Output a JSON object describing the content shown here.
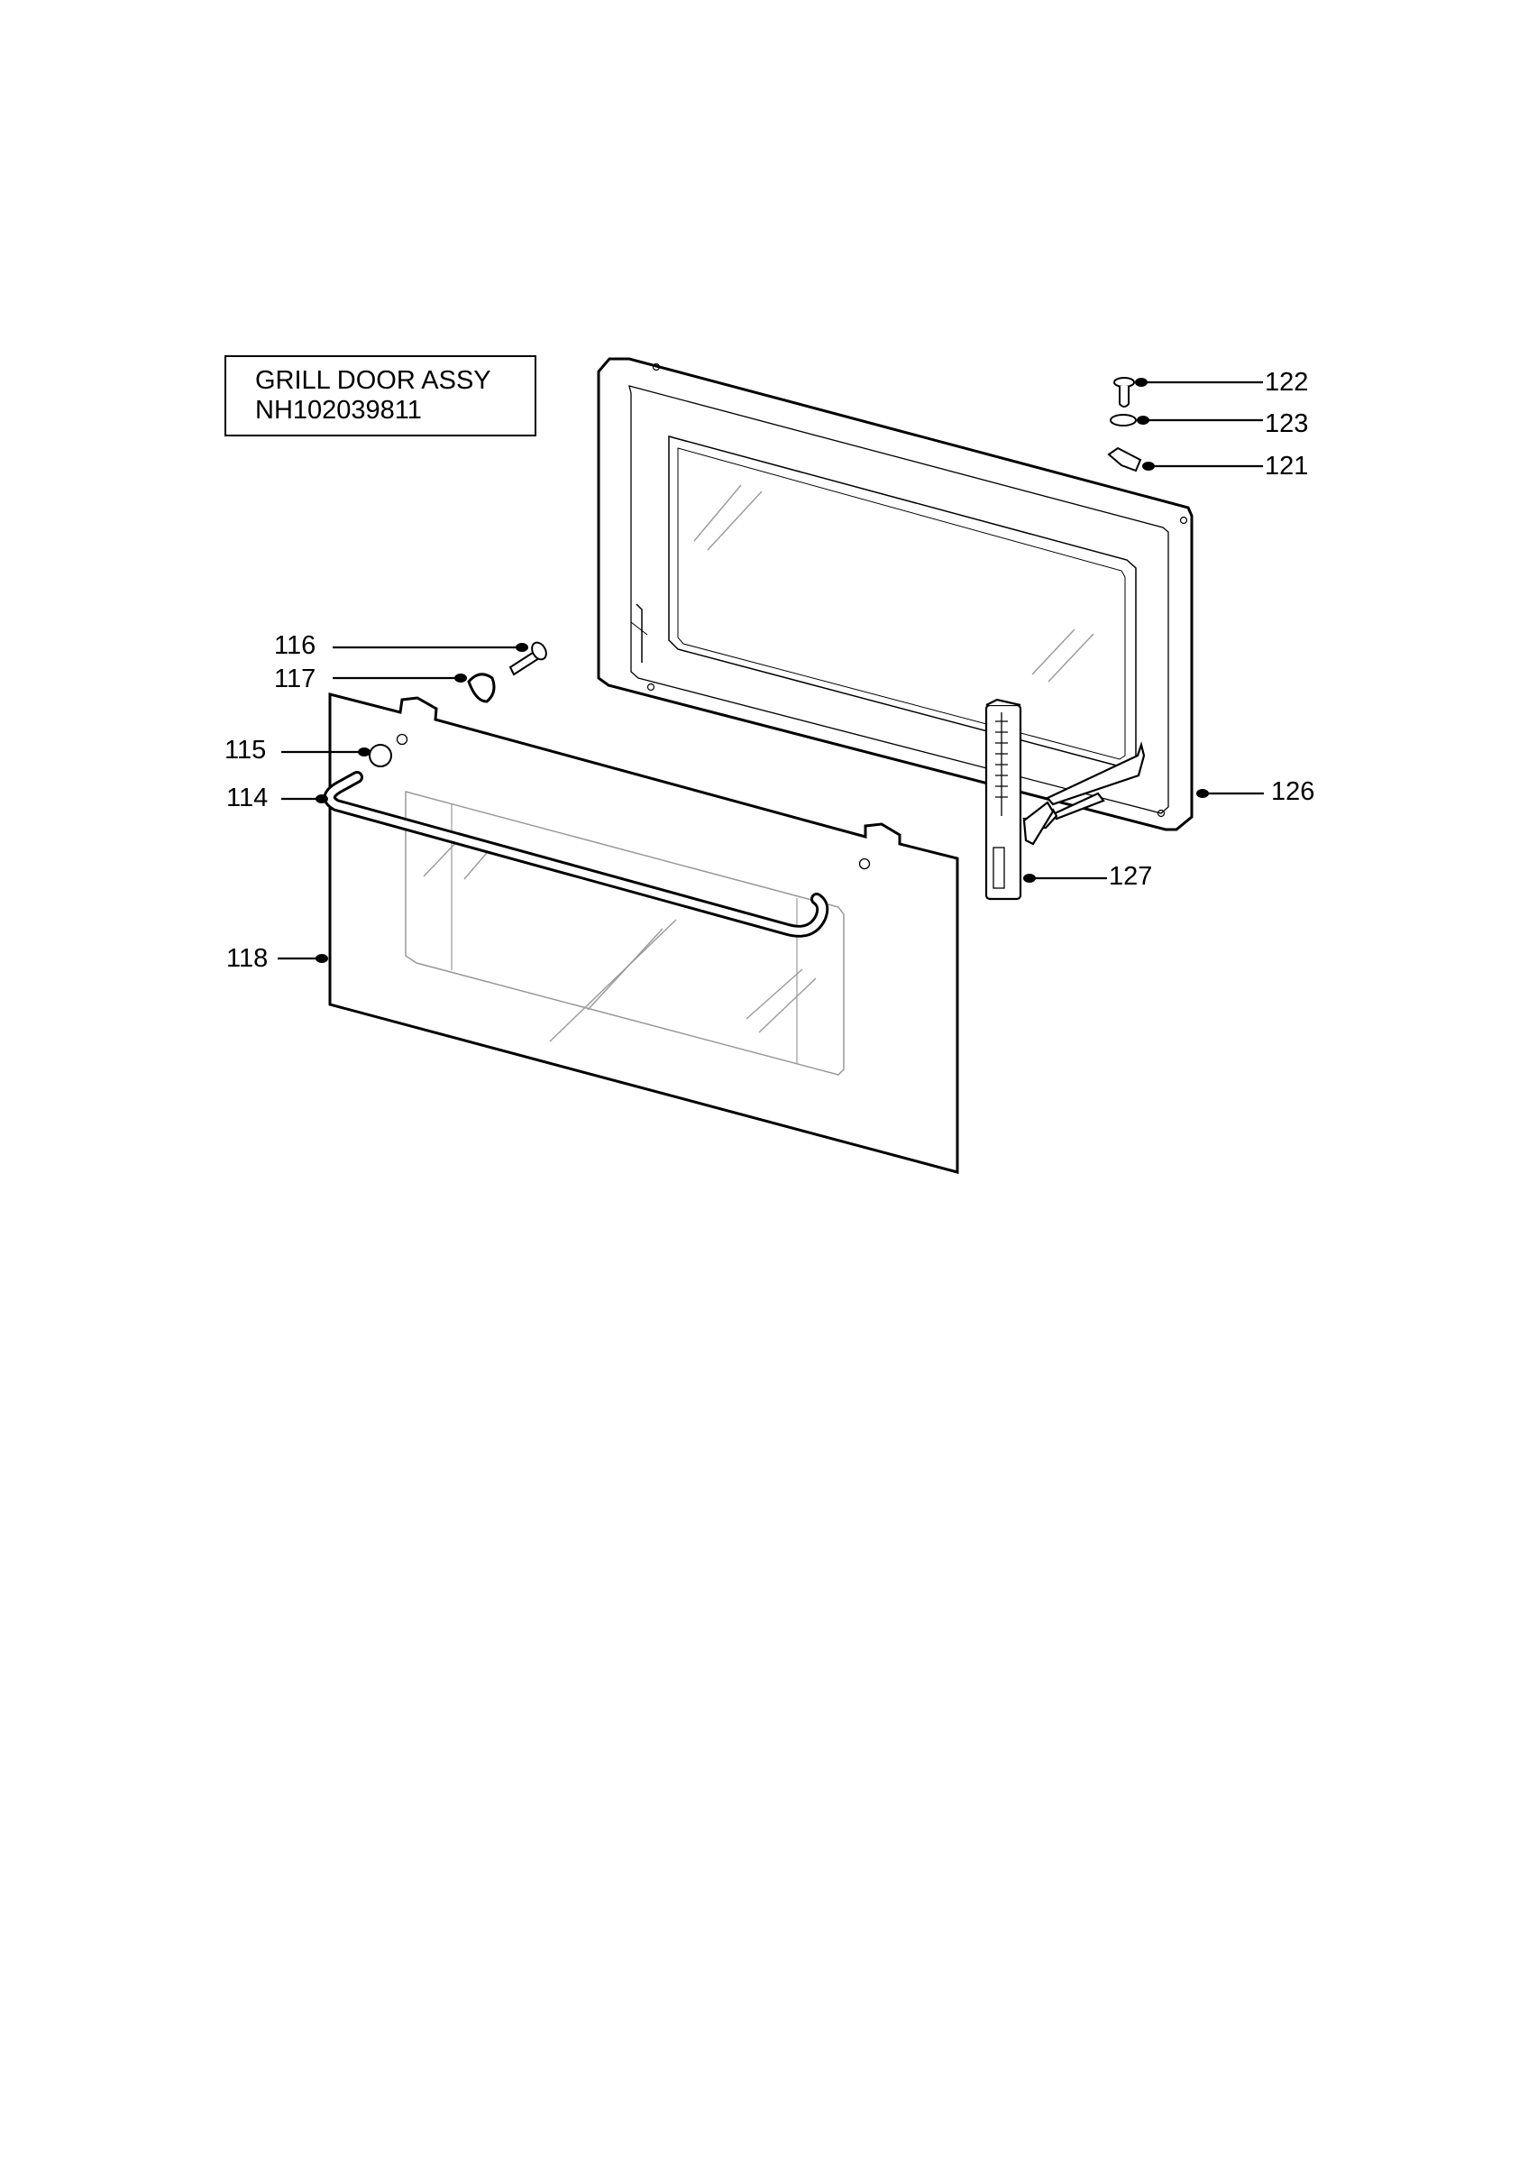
{
  "title": {
    "line1": "GRILL DOOR ASSY",
    "line2": "NH102039811"
  },
  "callouts": {
    "c122": "122",
    "c123": "123",
    "c121": "121",
    "c116": "116",
    "c117": "117",
    "c115": "115",
    "c114": "114",
    "c126": "126",
    "c127": "127",
    "c118": "118"
  },
  "colors": {
    "line": "#000000",
    "glass": "#999999",
    "background": "#ffffff"
  }
}
